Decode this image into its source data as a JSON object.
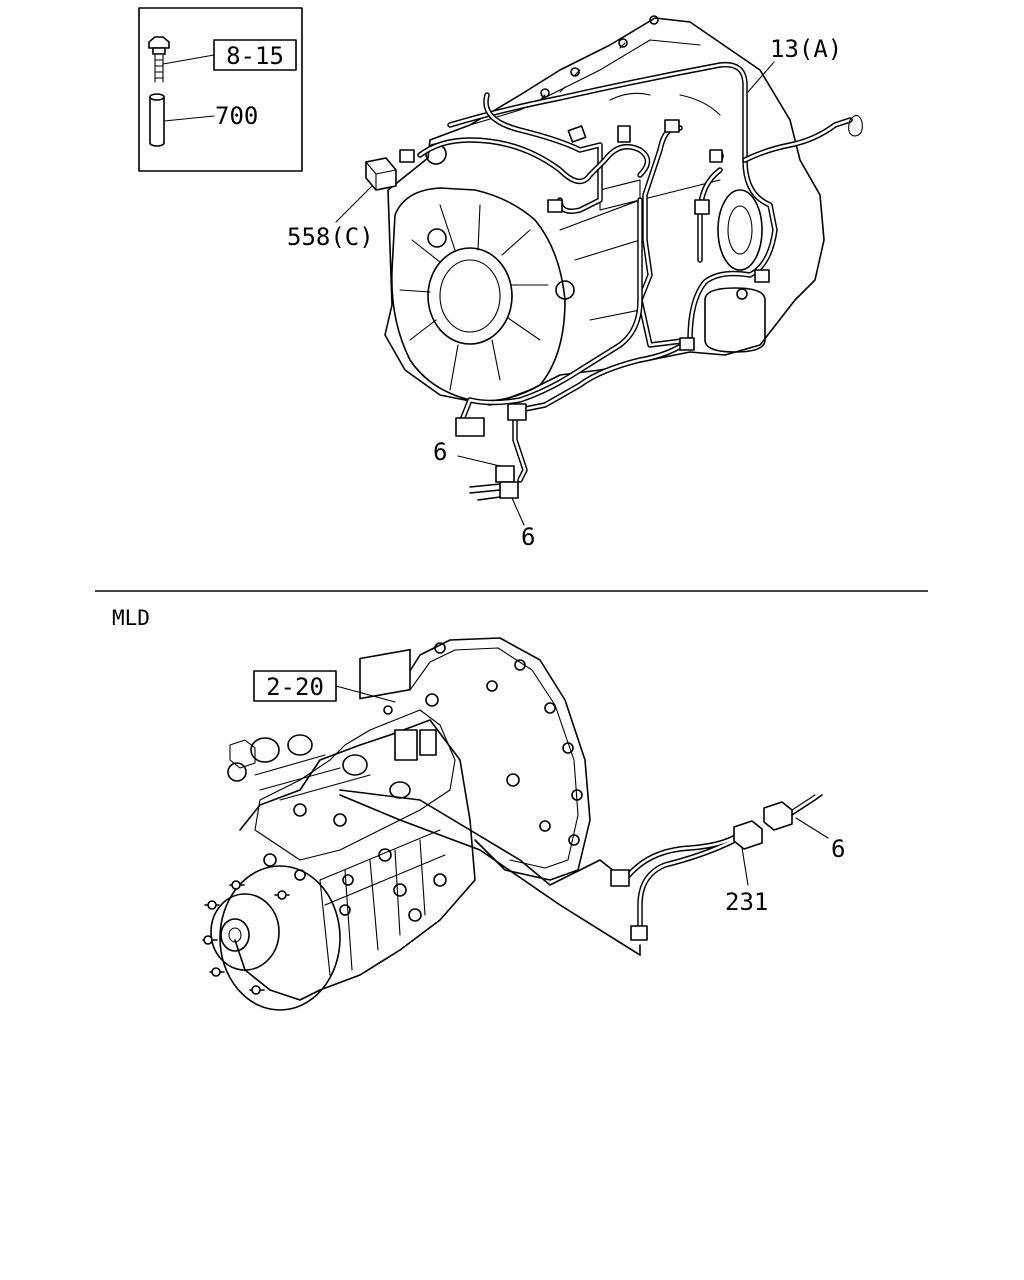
{
  "top_section": {
    "inset_labels": {
      "bolt_ref": "8-15",
      "sleeve": "700"
    },
    "labels": {
      "harness": "13(A)",
      "connector": "558(C)",
      "clip_upper": "6",
      "clip_lower": "6"
    }
  },
  "bottom_section": {
    "variant": "MLD",
    "labels": {
      "ref_box": "2-20",
      "harness": "231",
      "clip": "6"
    }
  }
}
